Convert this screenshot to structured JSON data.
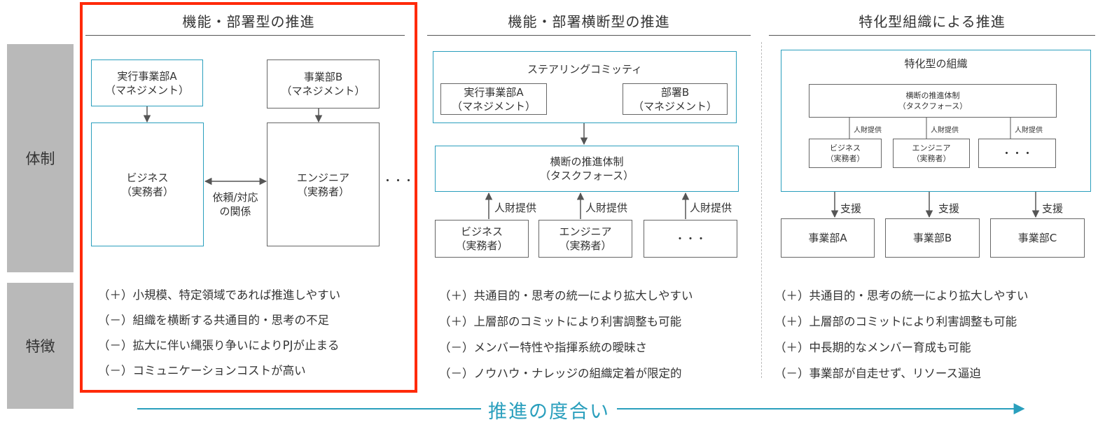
{
  "row_labels": {
    "structure": "体制",
    "features": "特徴"
  },
  "columns": [
    {
      "title": "機能・部署型の推進",
      "boxes": {
        "mgmt_a": {
          "line1": "実行事業部A",
          "line2": "（マネジメント）"
        },
        "mgmt_b": {
          "line1": "事業部B",
          "line2": "（マネジメント）"
        },
        "business": {
          "line1": "ビジネス",
          "line2": "（実務者）"
        },
        "engineer": {
          "line1": "エンジニア",
          "line2": "（実務者）"
        }
      },
      "relation": {
        "line1": "依頼/対応",
        "line2": "の関係"
      },
      "ellipsis": "・・・",
      "features": [
        "（＋）小規模、特定領域であれば推進しやすい",
        "（－）組織を横断する共通目的・思考の不足",
        "（－）拡大に伴い縄張り争いによりPJが止まる",
        "（－）コミュニケーションコストが高い"
      ]
    },
    {
      "title": "機能・部署横断型の推進",
      "steering": {
        "title": "ステアリングコミッティ",
        "left": {
          "line1": "実行事業部A",
          "line2": "（マネジメント）"
        },
        "right": {
          "line1": "部署B",
          "line2": "（マネジメント）"
        }
      },
      "taskforce": {
        "line1": "横断の推進体制",
        "line2": "（タスクフォース）"
      },
      "supply_label": "人財提供",
      "bottom": [
        {
          "line1": "ビジネス",
          "line2": "（実務者）"
        },
        {
          "line1": "エンジニア",
          "line2": "（実務者）"
        },
        {
          "line1": "・・・",
          "line2": ""
        }
      ],
      "features": [
        "（＋）共通目的・思考の統一により拡大しやすい",
        "（＋）上層部のコミットにより利害調整も可能",
        "（－）メンバー特性や指揮系統の曖昧さ",
        "（－）ノウハウ・ナレッジの組織定着が限定的"
      ]
    },
    {
      "title": "特化型組織による推進",
      "org": {
        "title": "特化型の組織",
        "taskforce": {
          "line1": "横断の推進体制",
          "line2": "（タスクフォース）"
        },
        "supply_label": "人財提供",
        "inner": [
          {
            "line1": "ビジネス",
            "line2": "（実務者）"
          },
          {
            "line1": "エンジニア",
            "line2": "（実務者）"
          },
          {
            "line1": "・・・",
            "line2": ""
          }
        ]
      },
      "support_label": "支援",
      "units": [
        "事業部A",
        "事業部B",
        "事業部C"
      ],
      "features": [
        "（＋）共通目的・思考の統一により拡大しやすい",
        "（＋）上層部のコミットにより利害調整も可能",
        "（＋）中長期的なメンバー育成も可能",
        "（－）事業部が自走せず、リソース逼迫"
      ]
    }
  ],
  "axis": {
    "label": "推進の度合い"
  },
  "colors": {
    "accent": "#2a9fbd",
    "highlight": "#ff2a0a",
    "label_bg": "#b9b9b9",
    "line": "#555555"
  }
}
